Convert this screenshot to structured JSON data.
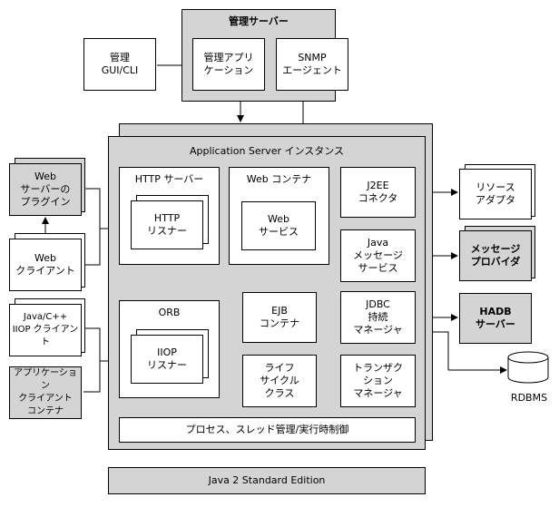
{
  "mgmt_server": {
    "title": "管理サーバー",
    "app": "管理アプリ\nケーション",
    "snmp": "SNMP\nエージェント"
  },
  "mgmt_gui": "管理\nGUI/CLI",
  "instance": {
    "title": "Application Server インスタンス",
    "http_server": "HTTP サーバー",
    "http_listener": "HTTP\nリスナー",
    "web_container": "Web コンテナ",
    "web_services": "Web\nサービス",
    "j2ee_connector": "J2EE\nコネクタ",
    "jms": "Java\nメッセージ\nサービス",
    "jdbc": "JDBC\n持続\nマネージャ",
    "transaction": "トランザク\nション\nマネージャ",
    "orb": "ORB",
    "iiop_listener": "IIOP\nリスナー",
    "ejb": "EJB\nコンテナ",
    "lifecycle": "ライフ\nサイクル\nクラス",
    "process": "プロセス、スレッド管理/実行時制御"
  },
  "left": {
    "plugin": "Web\nサーバーの\nプラグイン",
    "web_client": "Web\nクライアント",
    "java_client": "Java/C++\nIIOP クライアント",
    "app_client": "アプリケーション\nクライアント\nコンテナ"
  },
  "right": {
    "resource_adapter": "リソース\nアダプタ",
    "msg_provider": "メッセージ\nプロバイダ",
    "hadb": "HADB\nサーバー",
    "rdbms": "RDBMS"
  },
  "java2": "Java 2 Standard Edition"
}
